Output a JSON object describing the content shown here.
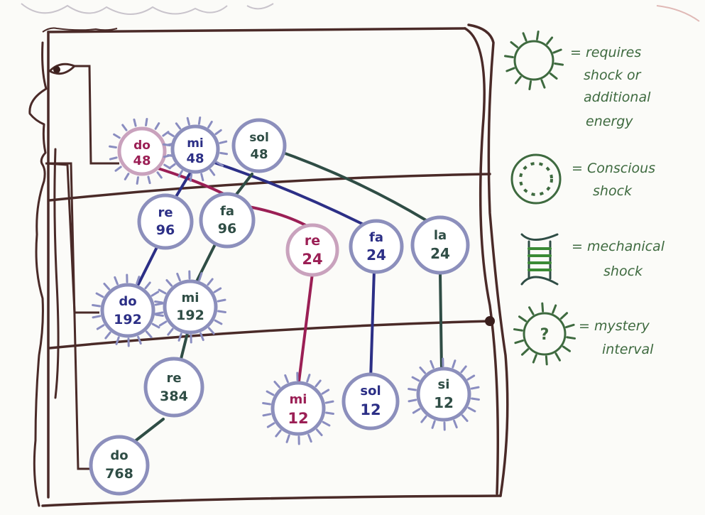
{
  "colors": {
    "paper": "#fbfbf8",
    "ink_brown": "#4a2a28",
    "ink_blue": "#2c2f86",
    "ink_dark_green": "#2f4d45",
    "ink_magenta": "#9b1f55",
    "ink_green": "#3e6a3f",
    "bright_green": "#3a8a35",
    "node_border": "#8c8fbc",
    "spike": "#8a8dc0"
  },
  "notes": {
    "n_do_48": {
      "note": "do",
      "value": "48"
    },
    "n_mi_48": {
      "note": "mi",
      "value": "48"
    },
    "n_sol_48": {
      "note": "sol",
      "value": "48"
    },
    "n_re_96": {
      "note": "re",
      "value": "96"
    },
    "n_fa_96": {
      "note": "fa",
      "value": "96"
    },
    "n_re_24": {
      "note": "re",
      "value": "24"
    },
    "n_fa_24": {
      "note": "fa",
      "value": "24"
    },
    "n_la_24": {
      "note": "la",
      "value": "24"
    },
    "n_do_192": {
      "note": "do",
      "value": "192"
    },
    "n_mi_192": {
      "note": "mi",
      "value": "192"
    },
    "n_re_384": {
      "note": "re",
      "value": "384"
    },
    "n_mi_12": {
      "note": "mi",
      "value": "12"
    },
    "n_sol_12": {
      "note": "sol",
      "value": "12"
    },
    "n_si_12": {
      "note": "si",
      "value": "12"
    },
    "n_do_768": {
      "note": "do",
      "value": "768"
    }
  },
  "legend": {
    "requires_shock": [
      "= requires",
      "shock or",
      "additional",
      "energy"
    ],
    "conscious_shock": [
      "= Conscious",
      "shock"
    ],
    "mechanical_shock": [
      "= mechanical",
      "shock"
    ],
    "mystery_interval": [
      "= mystery",
      "interval"
    ]
  }
}
